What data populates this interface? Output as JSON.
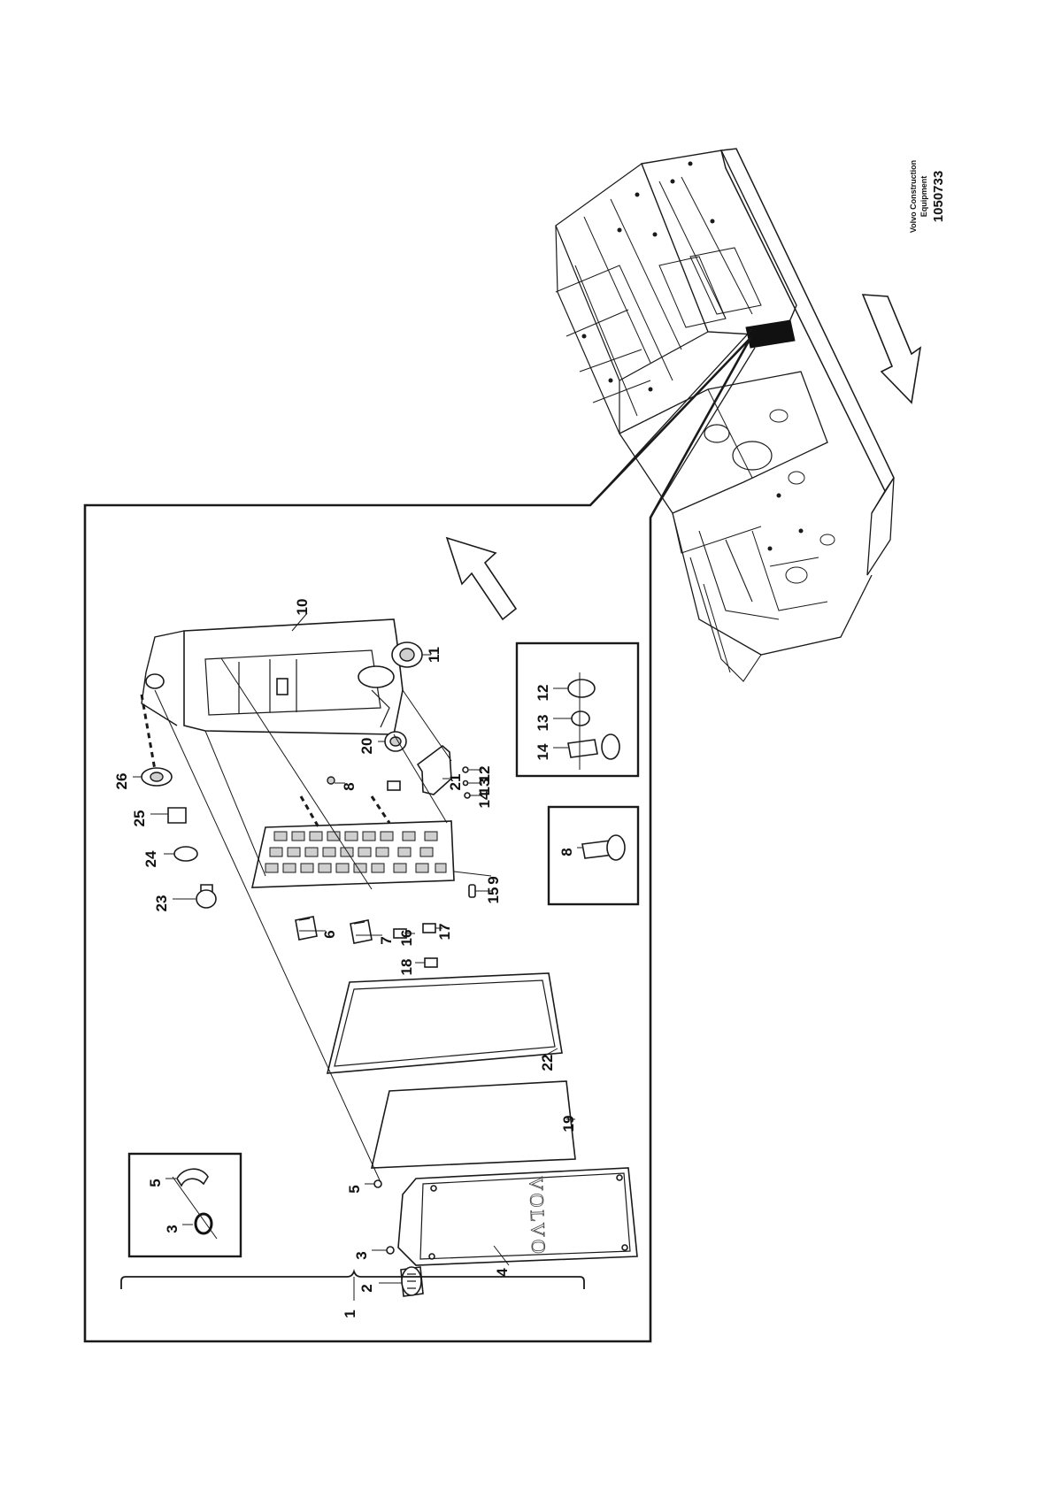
{
  "drawing": {
    "number": "1050733",
    "credit_line1": "Volvo Construction",
    "credit_line2": "Equipment",
    "brand_text": "VOLVO"
  },
  "callouts": {
    "c1": "1",
    "c2": "2",
    "c3": "3",
    "c4": "4",
    "c5": "5",
    "c6": "6",
    "c7": "7",
    "c8": "8",
    "c9": "9",
    "c10": "10",
    "c11": "11",
    "c12": "12",
    "c13": "13",
    "c14": "14",
    "c15": "15",
    "c16": "16",
    "c17": "17",
    "c18": "18",
    "c19": "19",
    "c20": "20",
    "c21": "21",
    "c22": "22",
    "c23": "23",
    "c24": "24",
    "c25": "25",
    "c26": "26"
  },
  "colors": {
    "line": "#1a1a1a",
    "highlight": "#111111",
    "background": "#ffffff"
  }
}
